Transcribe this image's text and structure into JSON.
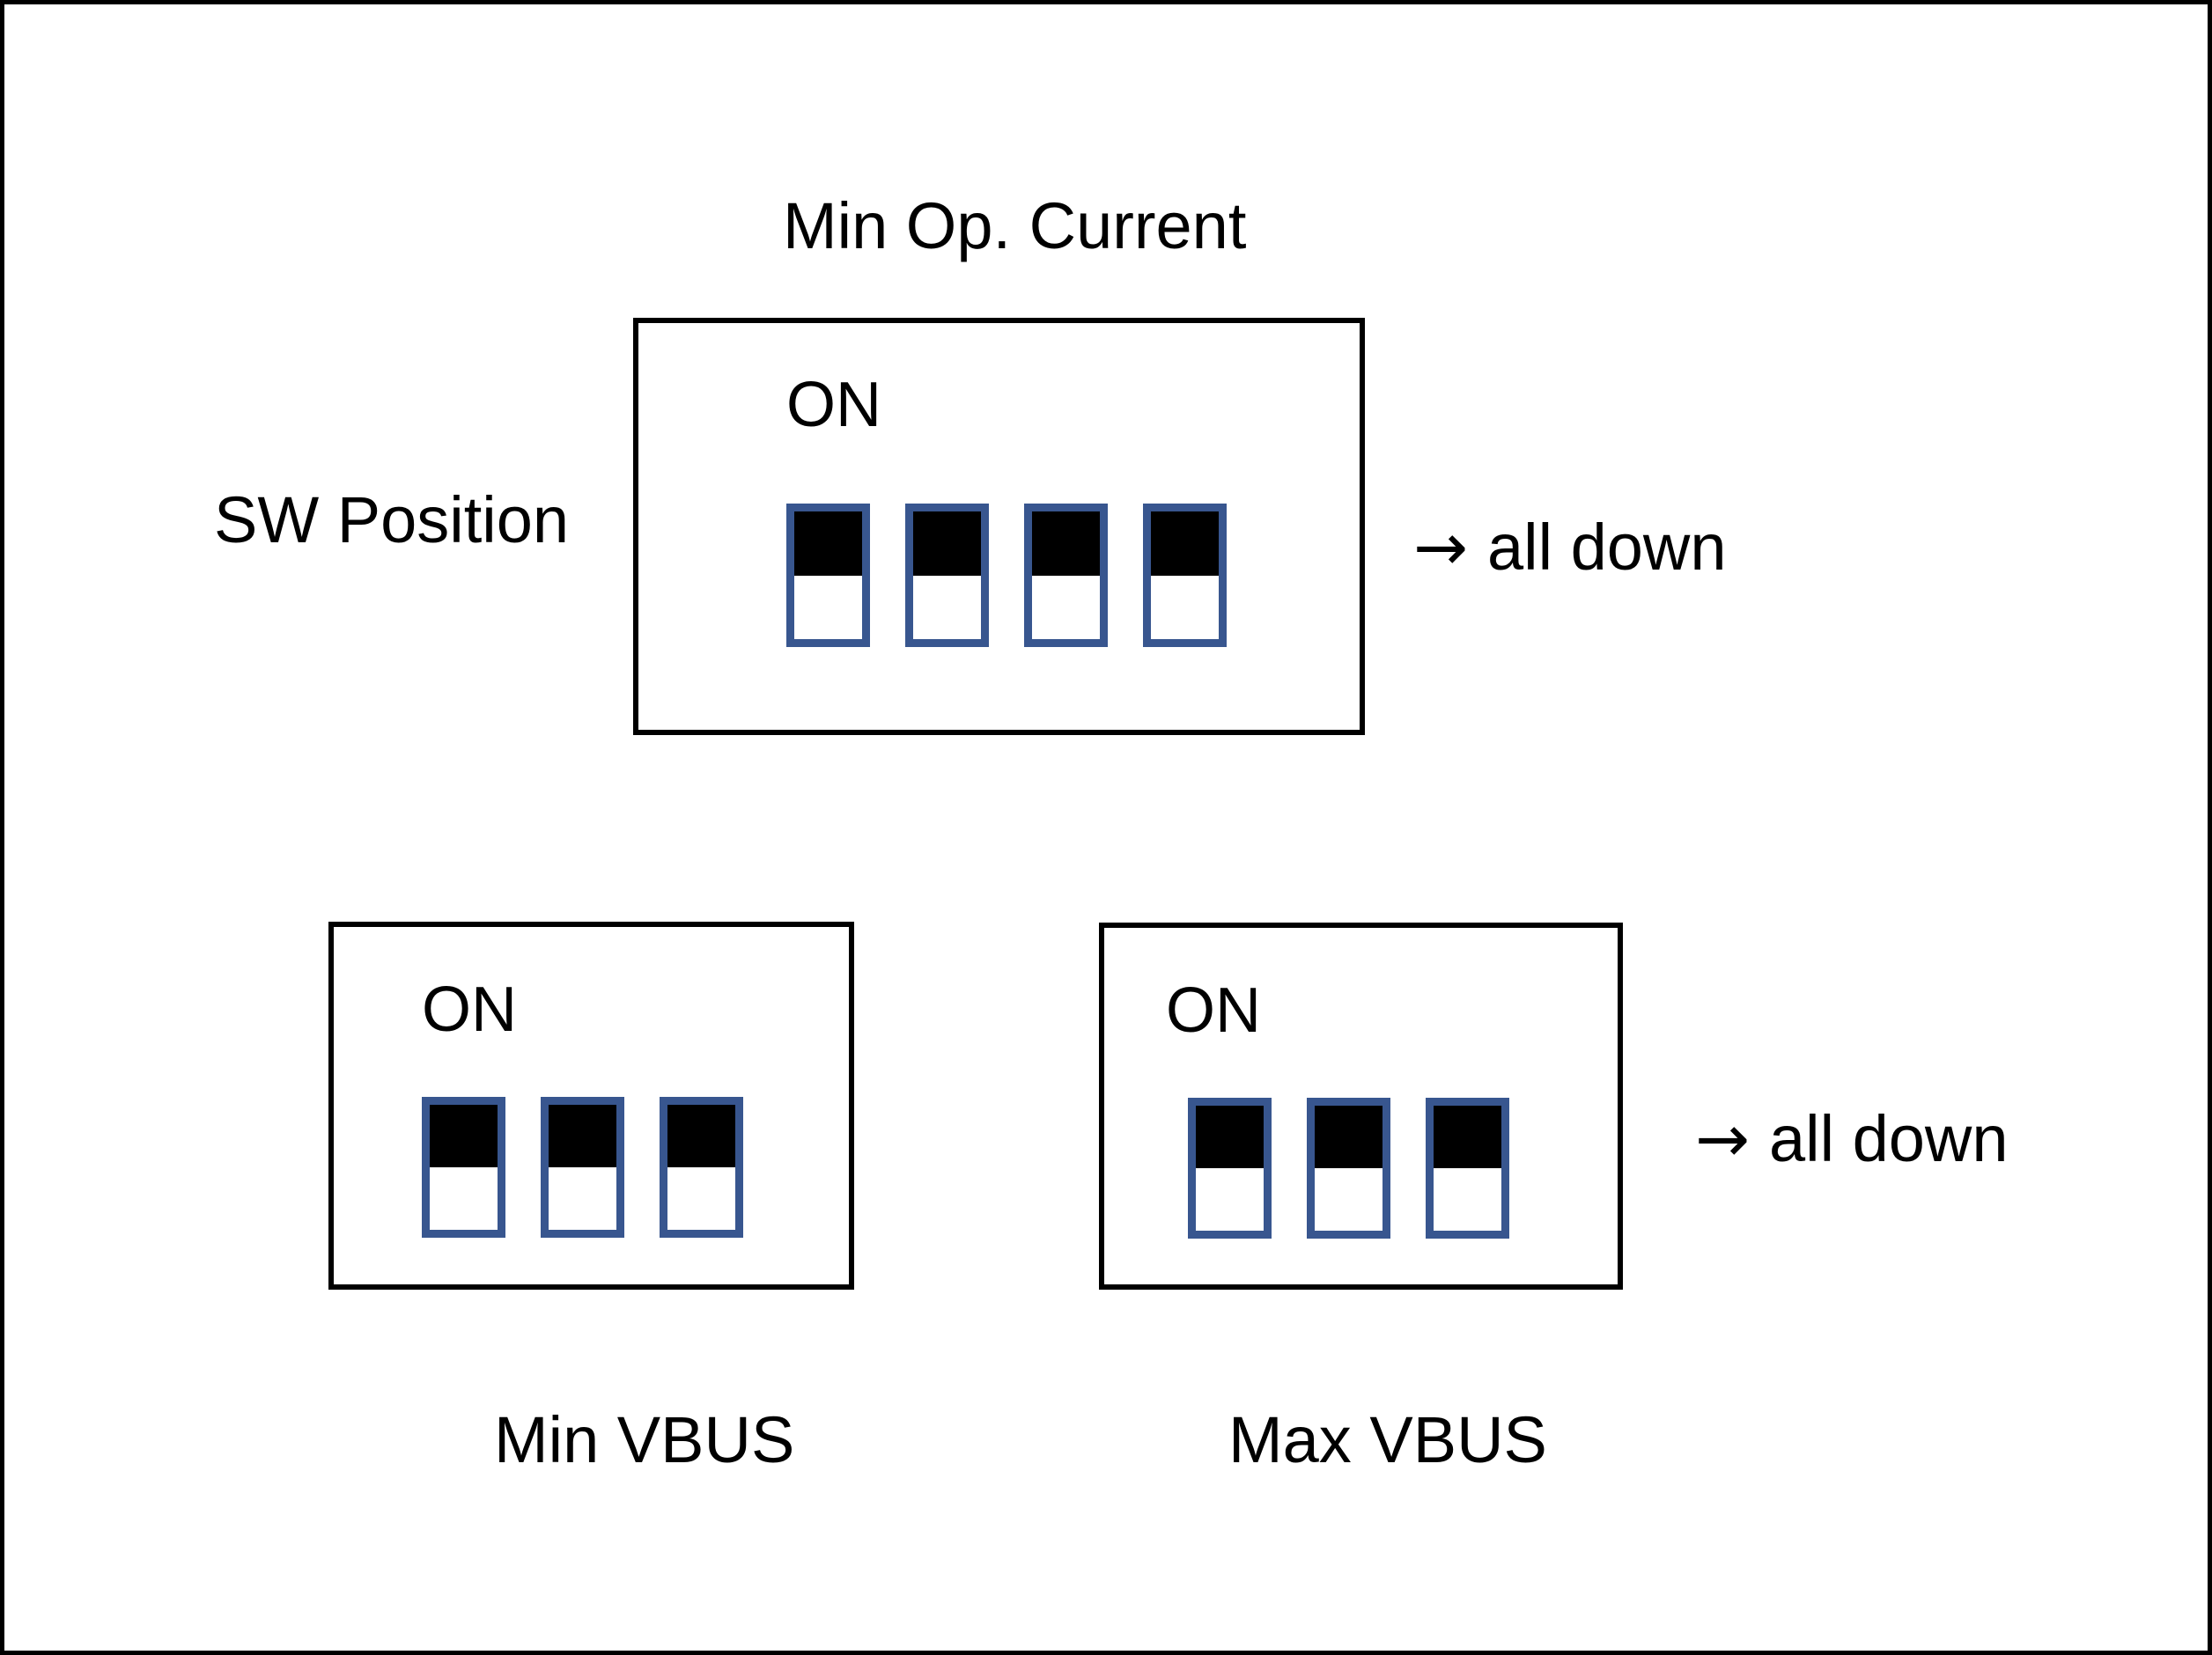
{
  "diagram": {
    "title": "Min Op. Current",
    "side_label": "SW Position",
    "colors": {
      "switch_border": "#38568F",
      "switch_on_fill": "#000000",
      "switch_off_fill": "#FFFFFF",
      "package_border": "#000000",
      "background": "#FFFFFF",
      "text": "#000000"
    },
    "packages": [
      {
        "id": "min-op-current",
        "on_label": "ON",
        "caption": "",
        "note": "all down",
        "note_arrow": "→",
        "switch_count": 4,
        "switches": [
          {
            "index": 1,
            "position": "down",
            "toggle_half": "top"
          },
          {
            "index": 2,
            "position": "down",
            "toggle_half": "top"
          },
          {
            "index": 3,
            "position": "down",
            "toggle_half": "top"
          },
          {
            "index": 4,
            "position": "down",
            "toggle_half": "top"
          }
        ]
      },
      {
        "id": "min-vbus",
        "on_label": "ON",
        "caption": "Min VBUS",
        "note": "",
        "note_arrow": "",
        "switch_count": 3,
        "switches": [
          {
            "index": 1,
            "position": "down",
            "toggle_half": "top"
          },
          {
            "index": 2,
            "position": "down",
            "toggle_half": "top"
          },
          {
            "index": 3,
            "position": "down",
            "toggle_half": "top"
          }
        ]
      },
      {
        "id": "max-vbus",
        "on_label": "ON",
        "caption": "Max VBUS",
        "note": "all down",
        "note_arrow": "→",
        "switch_count": 3,
        "switches": [
          {
            "index": 1,
            "position": "down",
            "toggle_half": "top"
          },
          {
            "index": 2,
            "position": "down",
            "toggle_half": "top"
          },
          {
            "index": 3,
            "position": "down",
            "toggle_half": "top"
          }
        ]
      }
    ]
  }
}
